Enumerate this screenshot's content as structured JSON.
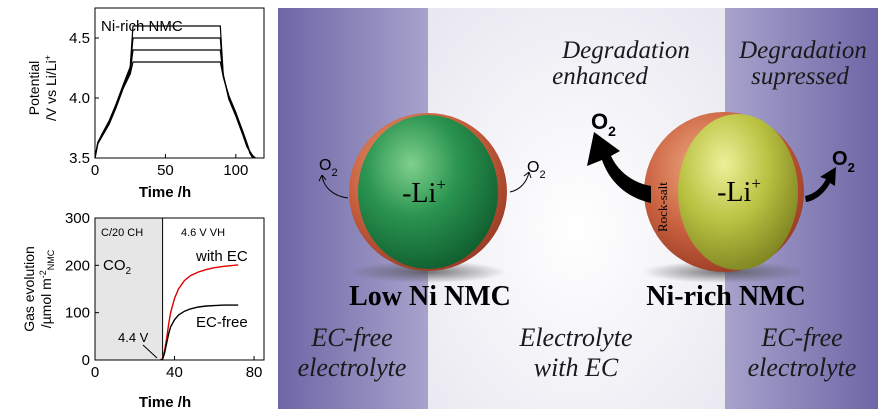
{
  "colors": {
    "side_band": "#7f79b4",
    "center_band": "#f2f2f7",
    "low_ni_core": "#1f8a4a",
    "ni_rich_core": "#b7c23e",
    "rock_salt_shell": "#b8503a",
    "ec_curve": "#e00000",
    "ec_free_curve": "#000000",
    "ch_shade": "#e6e6e6"
  },
  "chart_data": [
    {
      "type": "line",
      "title": "Ni-rich NMC",
      "xlabel": "Time /h",
      "ylabel": "Potential /V vs Li/Li+",
      "xlim": [
        0,
        120
      ],
      "ylim": [
        3.5,
        4.75
      ],
      "xticks": [
        0,
        50,
        100
      ],
      "yticks": [
        3.5,
        4.0,
        4.5
      ],
      "series": [
        {
          "x": [
            0,
            2,
            5,
            10,
            15,
            20,
            25,
            27,
            89,
            91,
            95,
            100,
            105,
            108,
            110,
            112
          ],
          "y": [
            3.5,
            3.62,
            3.68,
            3.78,
            3.92,
            4.08,
            4.2,
            4.3,
            4.3,
            4.18,
            4.02,
            3.88,
            3.72,
            3.62,
            3.55,
            3.5
          ]
        },
        {
          "x": [
            0,
            2,
            5,
            10,
            15,
            20,
            25,
            27,
            89,
            91,
            95,
            100,
            105,
            108,
            110,
            112
          ],
          "y": [
            3.5,
            3.62,
            3.68,
            3.79,
            3.93,
            4.09,
            4.22,
            4.4,
            4.4,
            4.18,
            4.01,
            3.87,
            3.71,
            3.61,
            3.54,
            3.5
          ]
        },
        {
          "x": [
            0,
            2,
            5,
            10,
            15,
            20,
            25,
            27,
            89,
            91,
            95,
            100,
            105,
            108,
            111,
            113
          ],
          "y": [
            3.5,
            3.63,
            3.69,
            3.8,
            3.94,
            4.1,
            4.24,
            4.5,
            4.5,
            4.19,
            4.0,
            3.86,
            3.7,
            3.6,
            3.53,
            3.5
          ]
        },
        {
          "x": [
            0,
            2,
            5,
            10,
            15,
            20,
            25,
            27,
            89,
            91,
            95,
            100,
            105,
            108,
            112,
            114
          ],
          "y": [
            3.5,
            3.63,
            3.7,
            3.81,
            3.95,
            4.11,
            4.26,
            4.6,
            4.6,
            4.2,
            3.99,
            3.85,
            3.69,
            3.59,
            3.52,
            3.5
          ]
        }
      ]
    },
    {
      "type": "line",
      "xlabel": "Time /h",
      "ylabel": "Gas evolution /µmol m-2 NMC",
      "xlim": [
        0,
        85
      ],
      "ylim": [
        0,
        300
      ],
      "xticks": [
        0,
        40,
        80
      ],
      "yticks": [
        0,
        100,
        200,
        300
      ],
      "shaded_region_x": [
        0,
        34
      ],
      "phase_labels": [
        "C/20 CH",
        "4.6 V VH"
      ],
      "gas_label": "CO2",
      "annotation": "4.4 V",
      "series": [
        {
          "name": "with EC",
          "x": [
            33,
            34,
            35,
            36,
            37,
            38,
            40,
            42,
            45,
            48,
            52,
            56,
            60,
            65,
            70,
            72
          ],
          "y": [
            0,
            3,
            20,
            45,
            75,
            100,
            130,
            150,
            168,
            178,
            186,
            191,
            195,
            198,
            200,
            201
          ]
        },
        {
          "name": "EC-free",
          "x": [
            33,
            34,
            35,
            36,
            37,
            38,
            40,
            42,
            45,
            48,
            52,
            56,
            60,
            65,
            70,
            72
          ],
          "y": [
            0,
            2,
            15,
            35,
            55,
            70,
            85,
            95,
            103,
            108,
            112,
            114,
            115,
            116,
            116,
            116
          ]
        }
      ]
    }
  ],
  "schematic": {
    "top_labels": {
      "degradation_enhanced": [
        "Degradation",
        "enhanced"
      ],
      "degradation_suppressed": [
        "Degradation",
        "supressed"
      ]
    },
    "low_ni_particle": {
      "core_text": "-Li",
      "core_sup": "+",
      "name": "Low Ni NMC",
      "gas_left": "O",
      "gas_right": "O",
      "gas_sub": "2"
    },
    "ni_rich_particle": {
      "core_text": "-Li",
      "core_sup": "+",
      "shell_text": "Rock-salt",
      "name": "Ni-rich NMC",
      "gas_left": "O",
      "gas_right": "O",
      "gas_sub": "2"
    },
    "bottom_labels": {
      "left": [
        "EC-free",
        "electrolyte"
      ],
      "center": [
        "Electrolyte",
        "with EC"
      ],
      "right": [
        "EC-free",
        "electrolyte"
      ]
    }
  }
}
